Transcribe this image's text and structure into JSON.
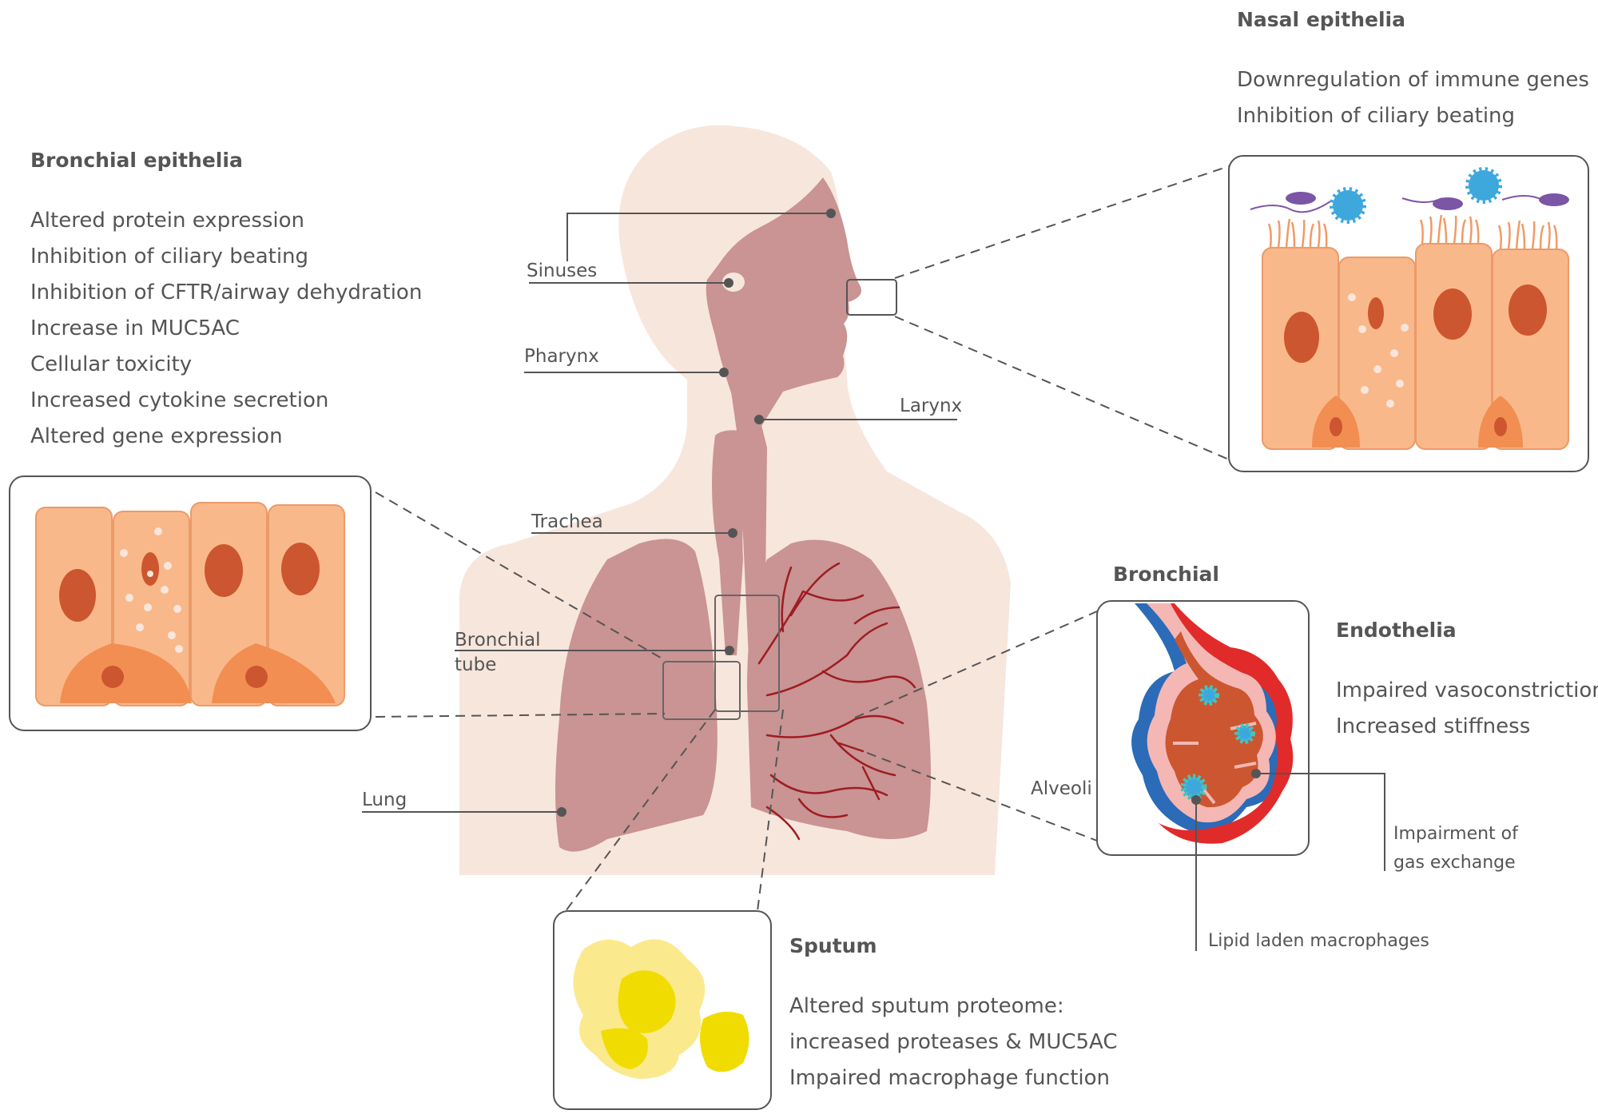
{
  "nasal": {
    "heading": "Nasal epithelia",
    "items": [
      "Downregulation of immune genes",
      "Inhibition of ciliary beating"
    ]
  },
  "bronchial_epithelia": {
    "heading": "Bronchial epithelia",
    "items": [
      "Altered protein expression",
      "Inhibition of ciliary beating",
      "Inhibition of CFTR/airway dehydration",
      "Increase in MUC5AC",
      "Cellular toxicity",
      "Increased cytokine secretion",
      "Altered gene expression"
    ]
  },
  "body_labels": {
    "sinuses": "Sinuses",
    "pharynx": "Pharynx",
    "larynx": "Larynx",
    "trachea": "Trachea",
    "bronchial_tube_1": "Bronchial",
    "bronchial_tube_2": "tube",
    "lung": "Lung"
  },
  "endothelia": {
    "top_label": "Bronchial",
    "heading": "Endothelia",
    "items": [
      "Impaired vasoconstriction",
      "Increased stiffness"
    ],
    "alveoli": "Alveoli",
    "gas_1": "Impairment of",
    "gas_2": "gas exchange",
    "macrophages": "Lipid laden macrophages"
  },
  "sputum": {
    "heading": "Sputum",
    "items": [
      "Altered sputum proteome:",
      "increased proteases & MUC5AC",
      "Impaired macrophage function"
    ]
  },
  "colors": {
    "body": "#f7e6dc",
    "organ": "#c99493",
    "vessel": "#9e1c22",
    "cell": "#f9b88a",
    "nucleus": "#cc5630",
    "alveoli": "#cc5630",
    "sputum_light": "#fbe98e",
    "sputum_dark": "#f0dc00",
    "virus": "#3ea8dc",
    "bacteria": "#7b55a6"
  }
}
